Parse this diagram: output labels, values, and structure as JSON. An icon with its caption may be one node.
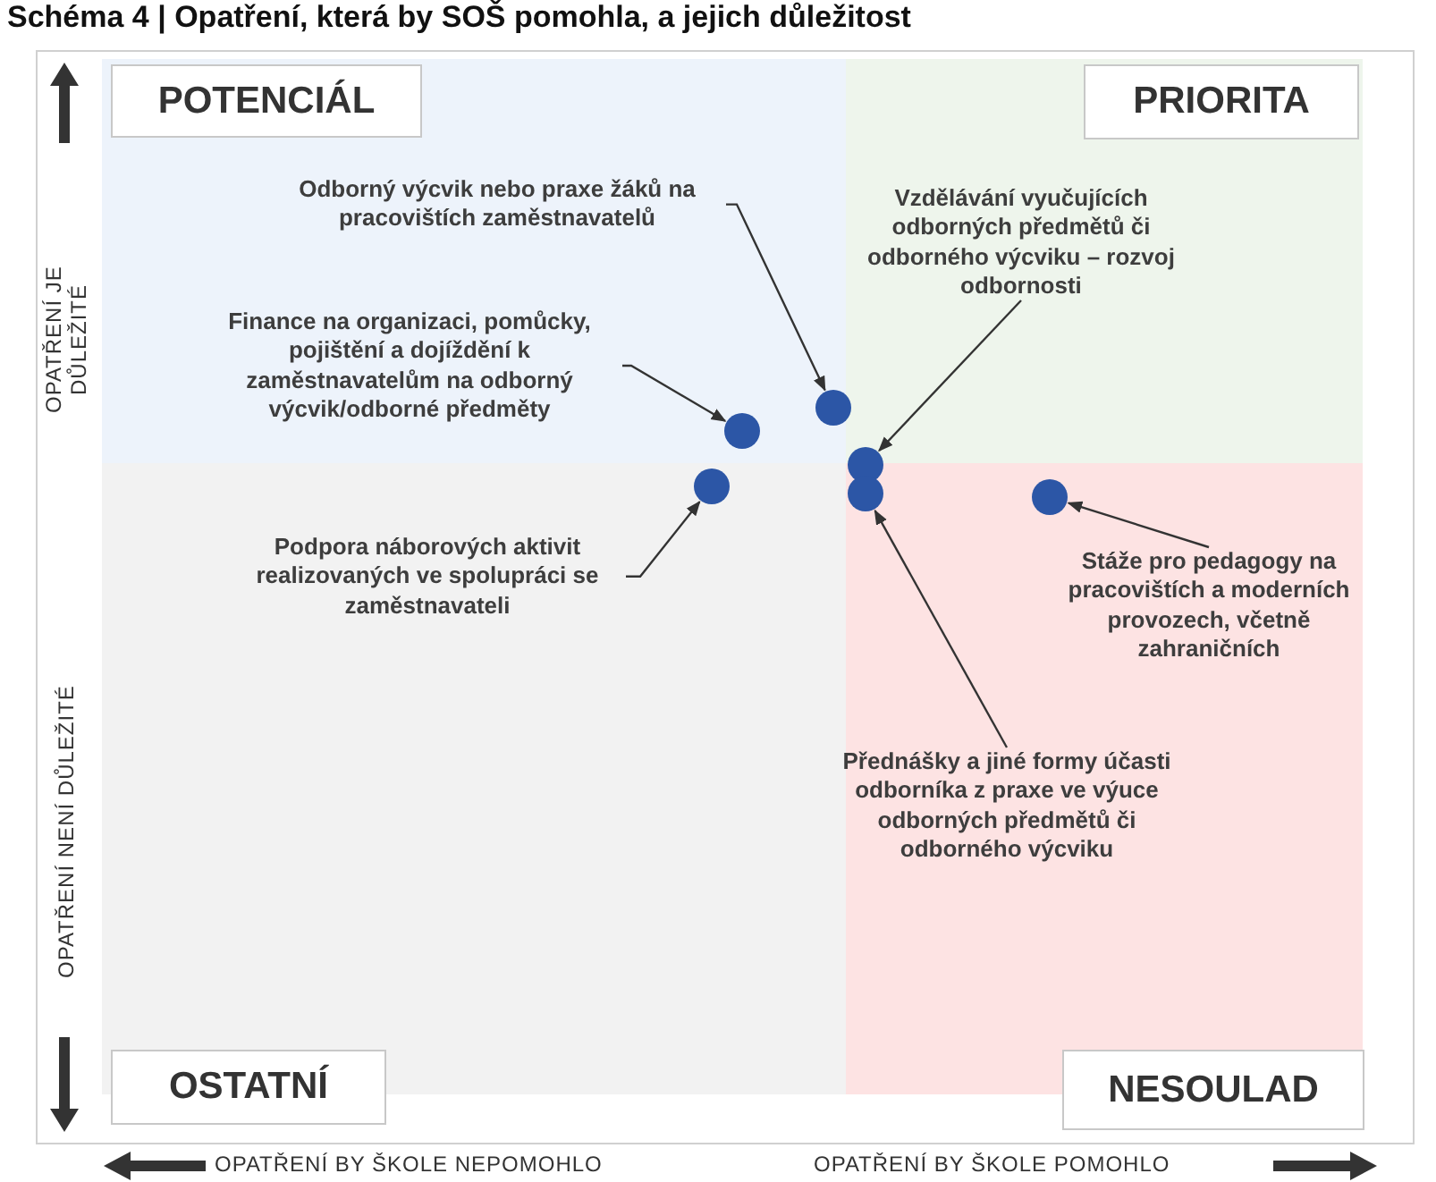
{
  "diagram": {
    "title": "Schéma 4 | Opatření, která by SOŠ pomohla, a jejich důležitost",
    "nodes": [
      {
        "text": [
          "POTENCIÁL"
        ]
      },
      {
        "text": [
          "PRIORITA"
        ]
      },
      {
        "text": [
          "Odborný výcvik nebo praxe žáků na pracovištích zaměstnavatelů"
        ]
      },
      {
        "text": [
          "Vzdělávání vyučujících odborných předmětů či odborného výcviku – rozvoj odbornosti"
        ]
      },
      {
        "text": [
          "Finance na organizaci, pomůcky, pojištění a dojíždění k zaměstnavatelům na odborný výcvik/odborné předměty"
        ]
      },
      {
        "text": [
          "Podpora náborových aktivit realizovaných ve spolupráci se zaměstnavateli"
        ]
      },
      {
        "text": [
          "Stáže pro pedagogy na pracovištích a moderních provozech, včetně zahraničních"
        ]
      },
      {
        "text": [
          "Přednášky a jiné formy účasti odborníka z praxe ve výuce odborných předmětů či odborného výcviku"
        ]
      },
      {
        "text": [
          "OSTATNÍ"
        ]
      },
      {
        "text": [
          "NESOULAD"
        ]
      },
      {
        "text": [],
        "shape": "circle"
      },
      {
        "text": [],
        "shape": "circle"
      },
      {
        "text": [],
        "shape": "circle"
      },
      {
        "text": [],
        "shape": "circle"
      },
      {
        "text": [],
        "shape": "circle"
      },
      {
        "text": [],
        "shape": "circle"
      }
    ],
    "edges": [
      {
        "from": 2,
        "to": 12,
        "arrow": "to"
      },
      {
        "from": 3,
        "to": 13,
        "arrow": "to"
      },
      {
        "from": 4,
        "to": 11,
        "arrow": "to"
      },
      {
        "from": 5,
        "to": 10,
        "arrow": "to"
      },
      {
        "from": 6,
        "to": 15,
        "arrow": "to"
      },
      {
        "from": 7,
        "to": 14,
        "arrow": "to"
      }
    ],
    "labels": [
      "OPATŘENÍ JE DŮLEŽITÉ",
      "OPATŘENÍ NENÍ DŮLEŽITÉ",
      "OPATŘENÍ BY ŠKOLE NEPOMOHLO",
      "OPATŘENÍ BY ŠKOLE POMOHLO"
    ]
  }
}
